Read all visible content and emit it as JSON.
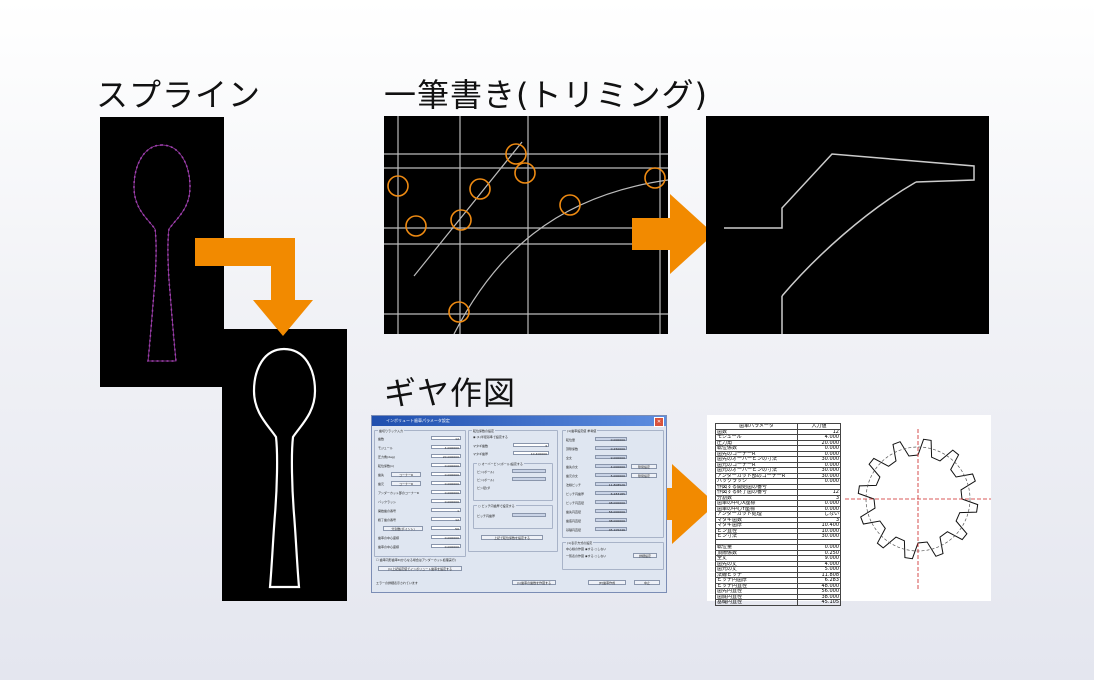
{
  "headings": {
    "spline": "スプライン",
    "trim": "一筆書き(トリミング)",
    "gear": "ギヤ作図"
  },
  "colors": {
    "arrow": "#f28a00",
    "spline_purple": "#b04bc0",
    "circle": "#ee8a12"
  },
  "dialog": {
    "title": "インボリュート歯車パラメータ設定",
    "group1": "歯切りラック入力",
    "rows1": [
      {
        "label": "歯数",
        "value": "12"
      },
      {
        "label": "モジュール",
        "value": "4.000000",
        "button": true
      },
      {
        "label": "圧力角(deg)",
        "value": "20.000000"
      },
      {
        "label": "転位係数(x)",
        "value": "0.000000"
      },
      {
        "label": "歯先",
        "value": "0.000000",
        "button_label": "コーナーR"
      },
      {
        "label": "歯元",
        "value": "0.000000",
        "button_label": "コーナーR"
      },
      {
        "label": "アンダーカット部のコーナーR",
        "value": "0.000000"
      },
      {
        "label": "バックラッシ",
        "value": "0.000000"
      },
      {
        "label": "開始歯の番号",
        "value": "1"
      },
      {
        "label": "終了歯の番号",
        "value": "12"
      },
      {
        "label": "",
        "value": "50",
        "button_label": "分割数(ポイント)"
      },
      {
        "label": "歯車の中心座標",
        "value": "0.000000"
      },
      {
        "label": "歯車の中心座標",
        "value": "0.000000"
      }
    ],
    "checkbox_label": "歯車円形歯車R(からなる場合はアンダーカット処理実行)",
    "wide_button": "(1)上記設定値でインボリュート歯車を設定する",
    "group2": "転位係数の設定",
    "radio1": "(1)半径基準で設定する",
    "g2rows": [
      {
        "label": "マタギ歯数",
        "value": "3"
      },
      {
        "label": "マタギ歯厚",
        "value": "10.400000"
      }
    ],
    "sub_radio": "オーバーピン(ボール)設定する",
    "g2rows_b": [
      {
        "label": "ピン(ボール)",
        "value": ""
      },
      {
        "label": "ピン(ボール)",
        "value": ""
      },
      {
        "label": "ピン径(ダ",
        "value": ""
      }
    ],
    "radio2": "ピッチ円歯厚で設定する",
    "g2row_c": {
      "label": "ピッチ円歯厚",
      "value": ""
    },
    "g2_button": "上記で転位係数を設定する",
    "group3": "(1)歯車設定値 参考値",
    "rows3": [
      {
        "label": "転位量",
        "value": "0.000000"
      },
      {
        "label": "頂隙係数",
        "value": "0.250000"
      },
      {
        "label": "全丈",
        "value": "9.000000"
      },
      {
        "label": "歯先の丈",
        "value": "4.000000",
        "button_label": "隙間設定"
      },
      {
        "label": "歯元の丈",
        "value": "5.000000",
        "button_label": "隙間設定"
      },
      {
        "label": "法線ピッチ",
        "value": "11.808526"
      },
      {
        "label": "ピッチ円歯厚",
        "value": "6.283185"
      },
      {
        "label": "ピッチ円直径",
        "value": "48.000000"
      },
      {
        "label": "歯先円直径",
        "value": "56.000000"
      },
      {
        "label": "歯底円直径",
        "value": "38.000000"
      },
      {
        "label": "基礎円直径",
        "value": "45.105246"
      }
    ],
    "group4": "(1)表示方式の設定",
    "rows4": [
      {
        "label": "中心線の作図",
        "opt1": "する",
        "opt2": "しない"
      },
      {
        "label": "一覧表の作図",
        "opt1": "する",
        "opt2": "しない"
      }
    ],
    "detail_button": "詳細設定",
    "status": "エラーの詳細表示されています",
    "buttons": [
      "(1)歯車の歯数を作図する",
      "[E]歯車作成",
      "中止"
    ]
  },
  "gear_table": {
    "header": [
      "歯車パラメータ",
      "入力値"
    ],
    "rows": [
      [
        "歯数",
        "12"
      ],
      [
        "モジュール",
        "4.000"
      ],
      [
        "圧力角",
        "20.000"
      ],
      [
        "転位係数",
        "0.000"
      ],
      [
        "歯先のコーナーR",
        "0.000"
      ],
      [
        "歯先のオーバーピンの寸法",
        "30.000"
      ],
      [
        "歯元のコーナーR",
        "0.000"
      ],
      [
        "歯元のオーバーピンの寸法",
        "30.000"
      ],
      [
        "アンダーカット部のコーナーR",
        "30.000"
      ],
      [
        "バックラッシ",
        "0.000"
      ],
      [
        "作図する開始歯の番号",
        ""
      ],
      [
        "作図する終了歯の番号",
        "12"
      ],
      [
        "分割数",
        "3"
      ],
      [
        "歯車の中心X座標",
        "0.000"
      ],
      [
        "歯車の中心Y座標",
        "0.000"
      ],
      [
        "アンダーカット処理",
        "しない"
      ],
      [
        "マタギ歯数",
        "3"
      ],
      [
        "マタギ歯厚",
        "10.400"
      ],
      [
        "ピン直径",
        "10.000"
      ],
      [
        "ピン寸法",
        "30.000"
      ],
      [
        "",
        ""
      ],
      [
        "転位量",
        "0.000"
      ],
      [
        "頂隙係数",
        "0.250"
      ],
      [
        "全丈",
        "9.000"
      ],
      [
        "歯先の丈",
        "4.000"
      ],
      [
        "歯元の丈",
        "5.000"
      ],
      [
        "法線ピッチ",
        "11.808"
      ],
      [
        "ピッチ円歯厚",
        "6.283"
      ],
      [
        "ピッチ円直径",
        "48.000"
      ],
      [
        "歯先円直径",
        "56.000"
      ],
      [
        "歯底円直径",
        "38.000"
      ],
      [
        "基礎円直径",
        "45.105"
      ]
    ]
  }
}
